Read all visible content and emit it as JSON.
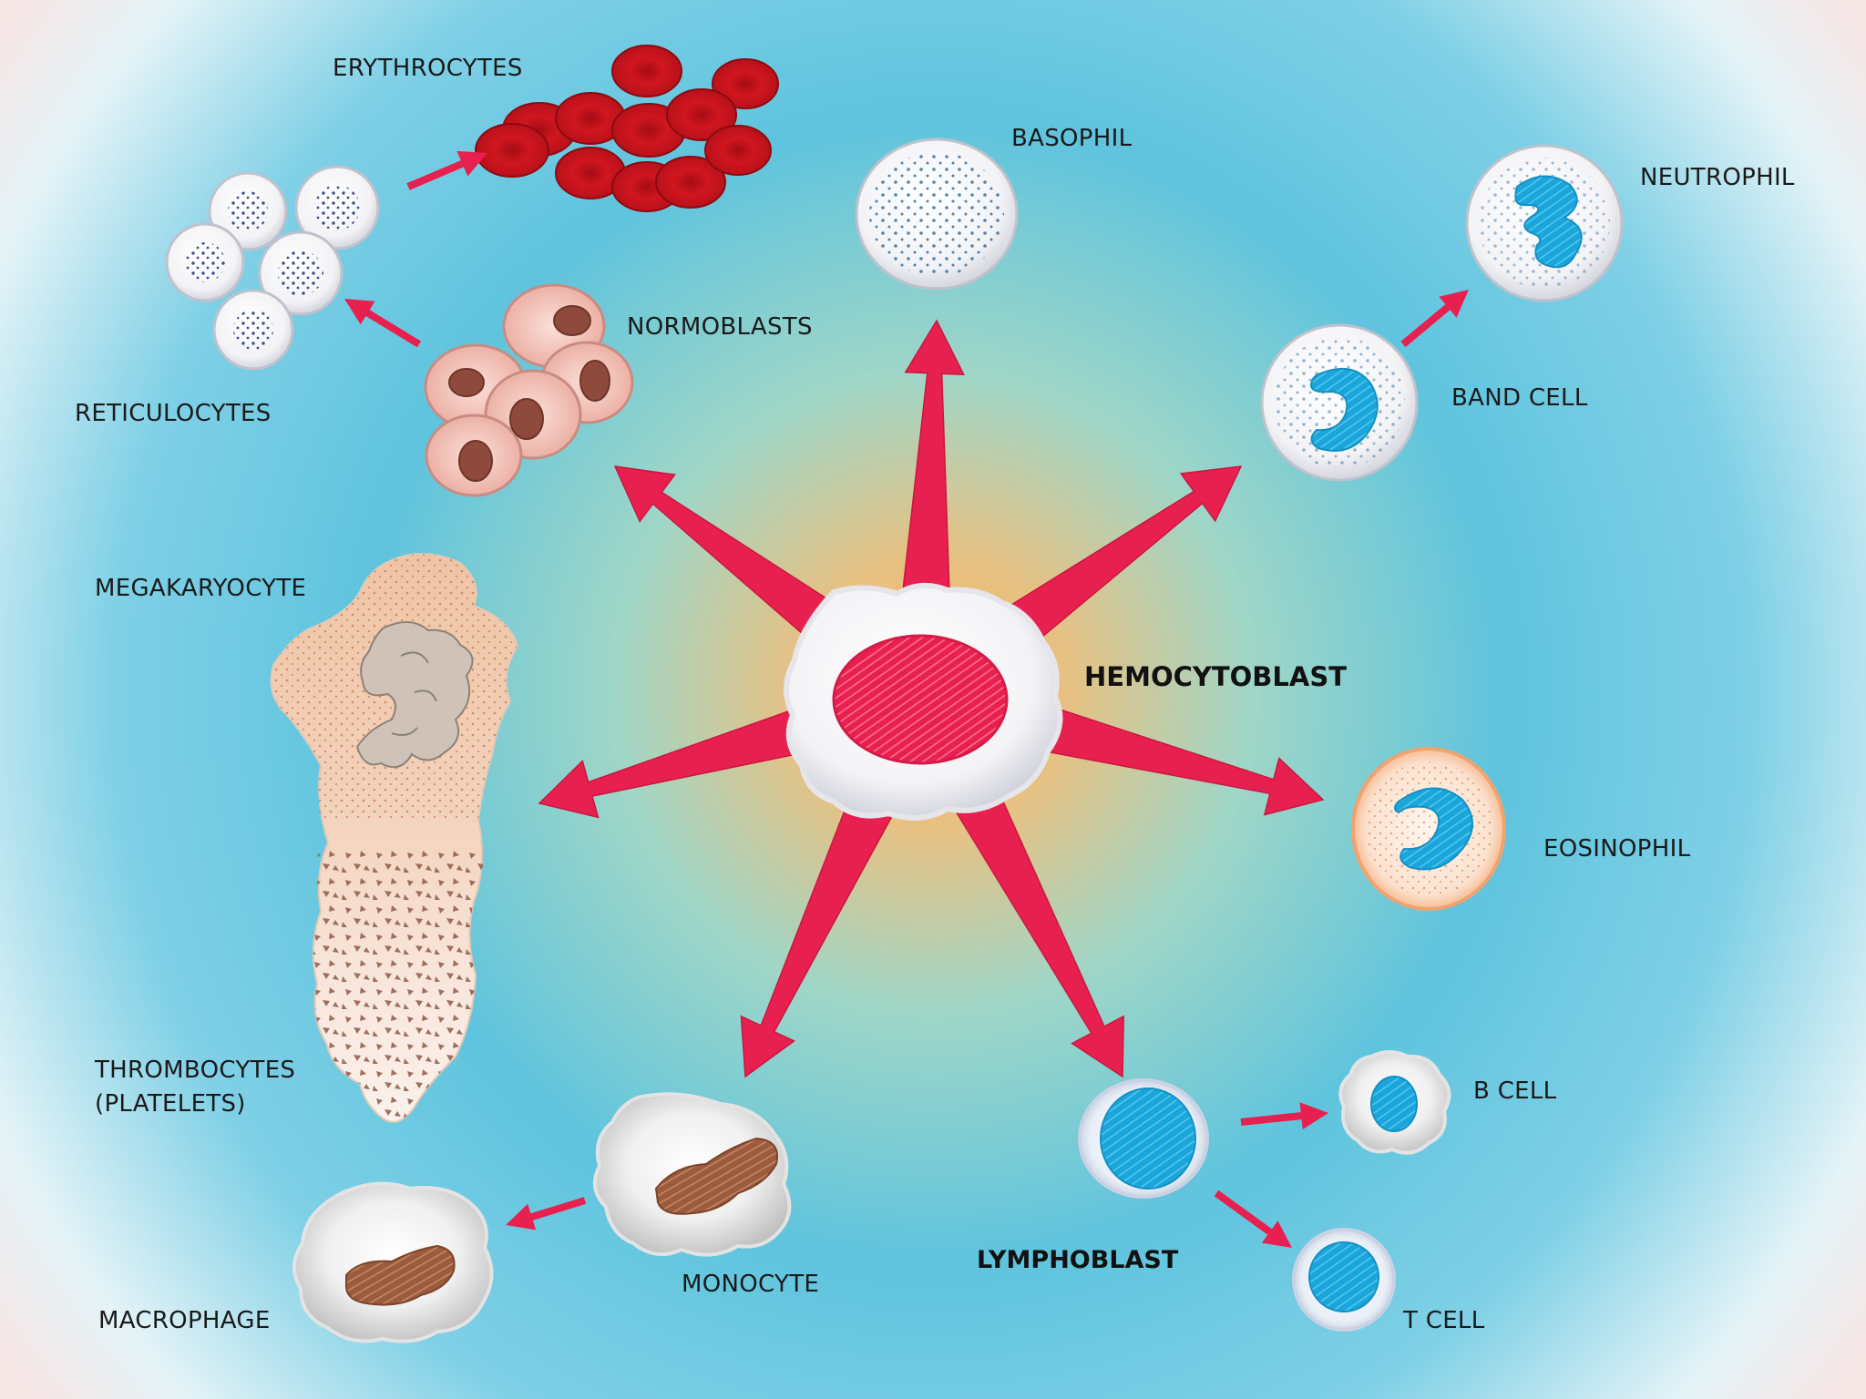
{
  "labels": {
    "erythrocytes": "ERYTHROCYTES",
    "basophil": "BASOPHIL",
    "neutrophil": "NEUTROPHIL",
    "reticulocytes": "RETICULOCYTES",
    "normoblasts": "NORMOBLASTS",
    "band_cell": "BAND CELL",
    "megakaryocyte": "MEGAKARYOCYTE",
    "hemocytoblast": "HEMOCYTOBLAST",
    "eosinophil": "EOSINOPHIL",
    "thrombocytes_line1": "THROMBOCYTES",
    "thrombocytes_line2": "(PLATELETS)",
    "b_cell": "B CELL",
    "lymphoblast": "LYMPHOBLAST",
    "monocyte": "MONOCYTE",
    "macrophage": "MACROPHAGE",
    "t_cell": "T CELL"
  },
  "colors": {
    "arrow": "#e8204f",
    "nucleus_blue": "#1aa6db",
    "rbc_red": "#c8141e",
    "nucleus_brown": "#9b5b3c",
    "background": "#5fc4de",
    "center_glow": "#f5b85a"
  }
}
